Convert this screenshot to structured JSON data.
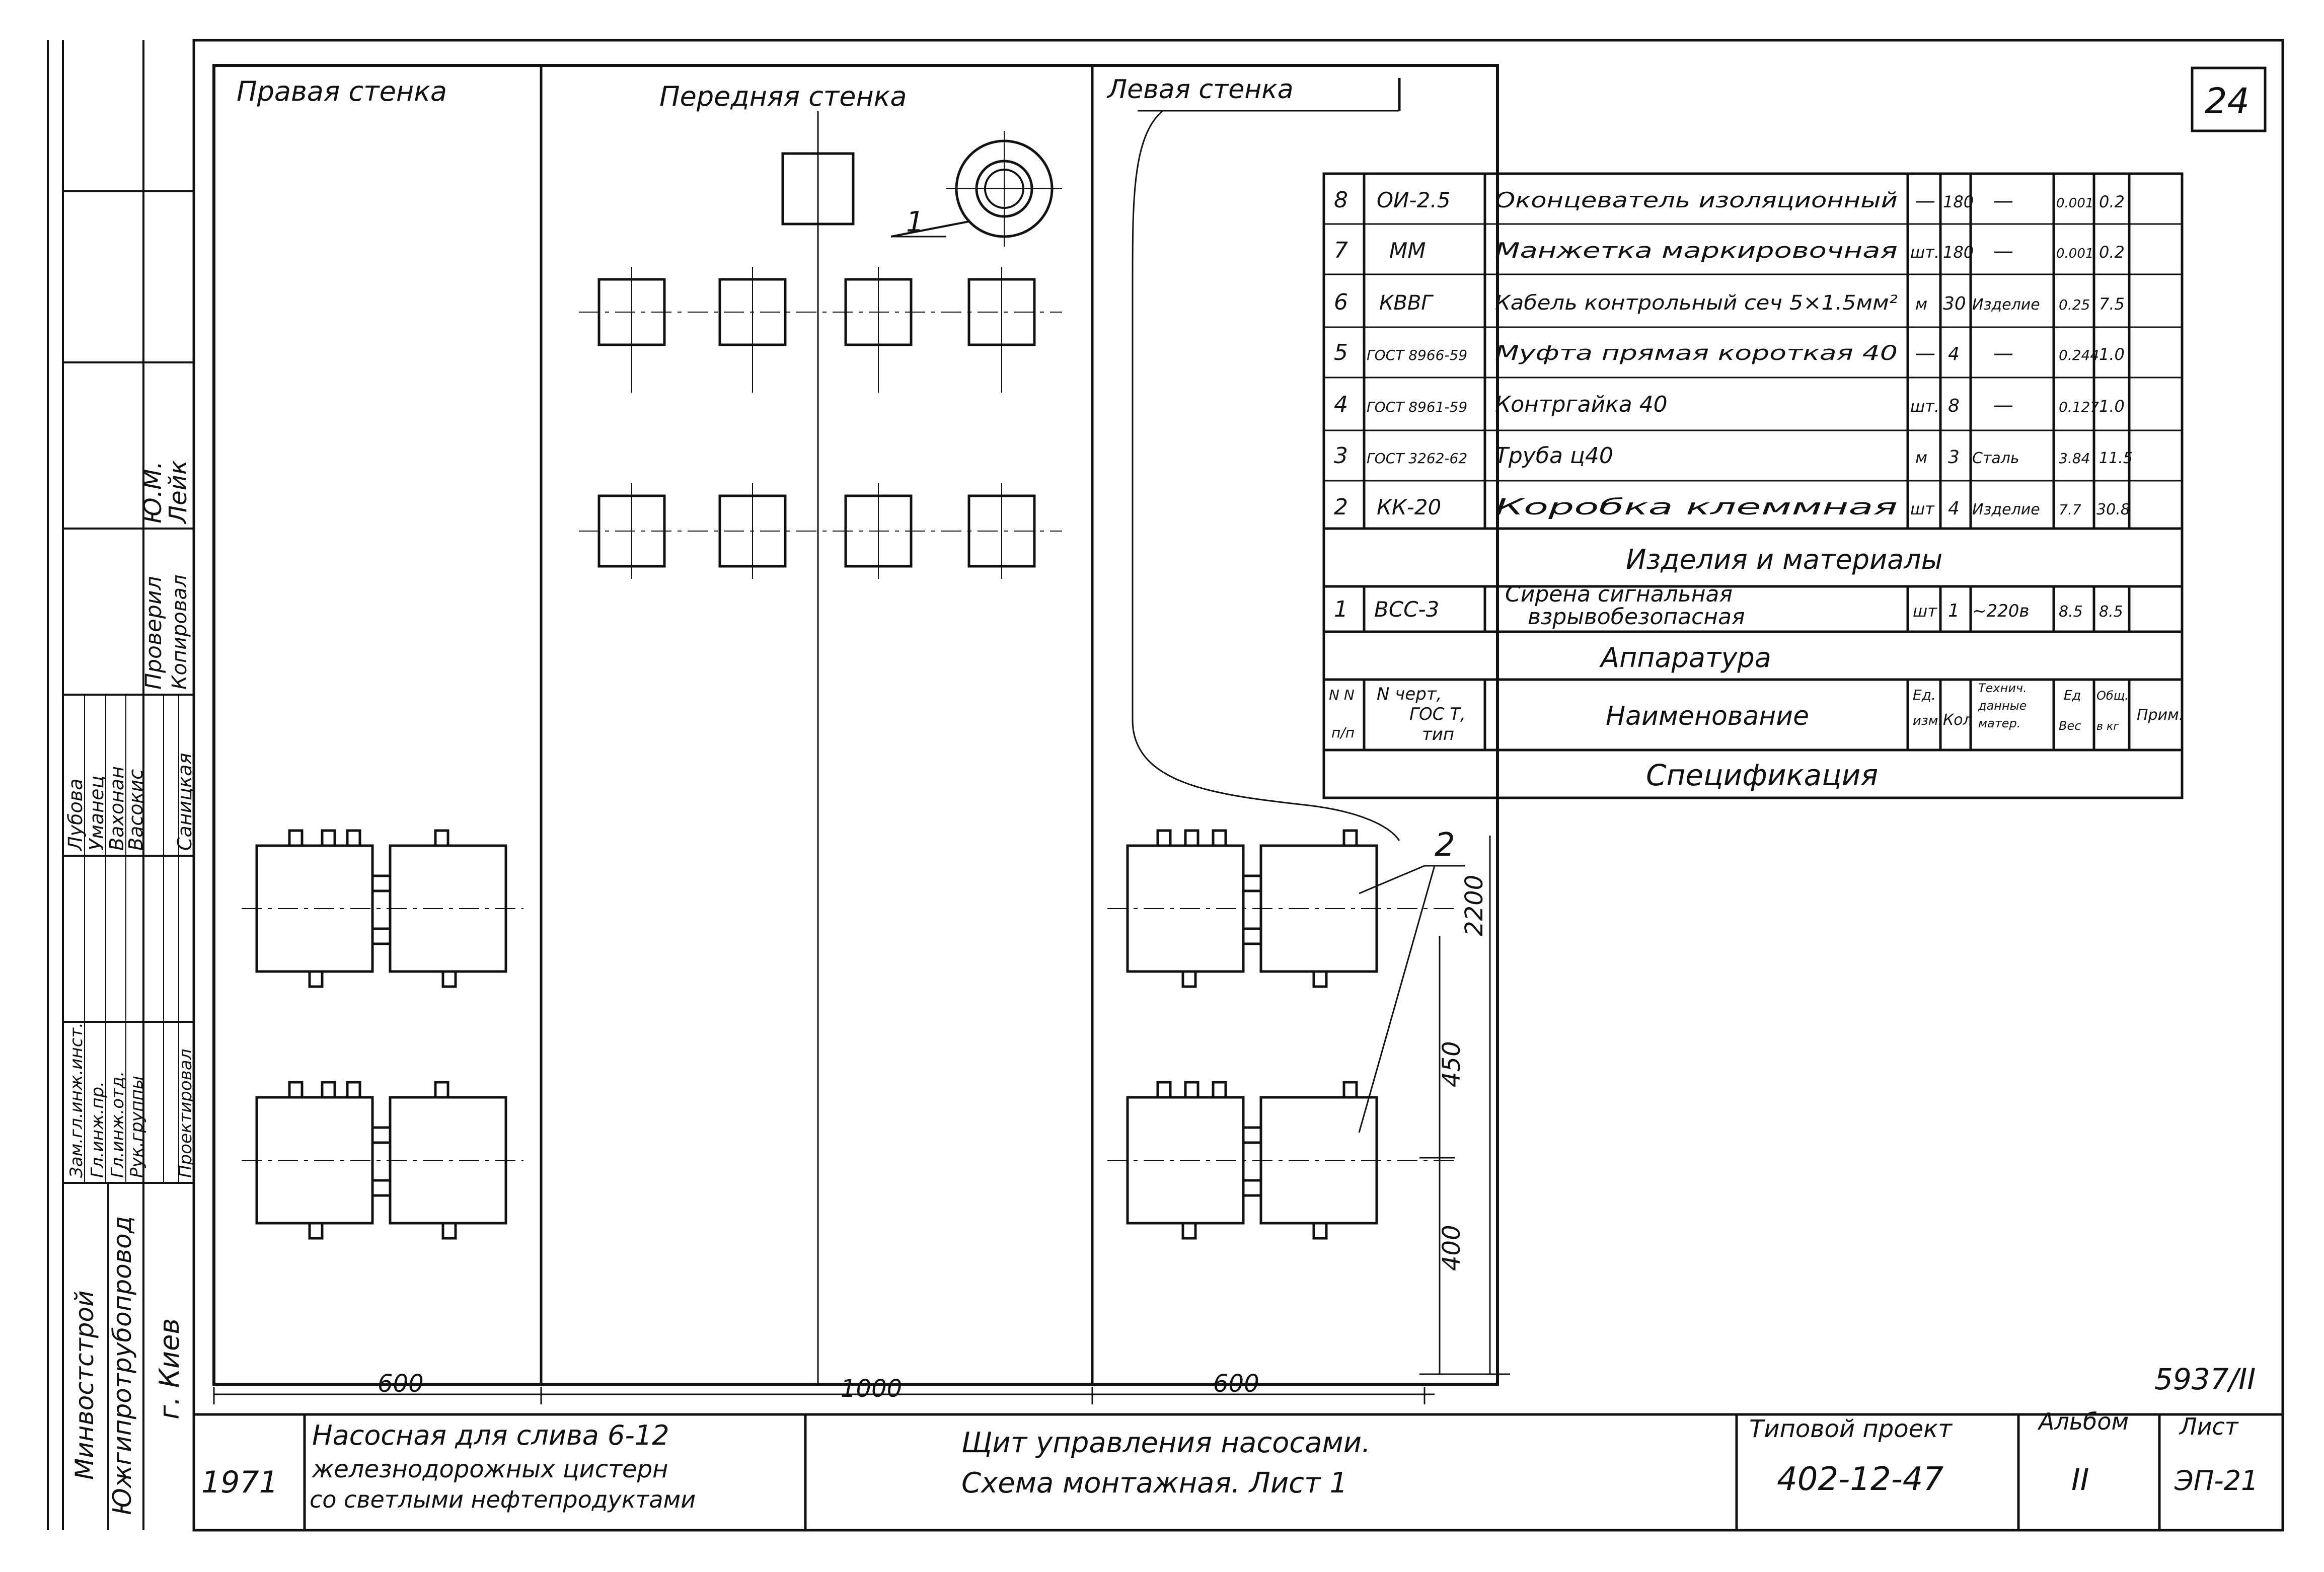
{
  "sheet_number": "24",
  "walls": {
    "right": "Правая стенка",
    "front": "Передняя стенка",
    "left": "Левая стенка"
  },
  "callouts": {
    "siren": "1",
    "boxes": "2"
  },
  "dimensions": {
    "right": "600",
    "front": "1000",
    "left": "600",
    "height": "2200",
    "mid": "450",
    "low": "400"
  },
  "specification": {
    "title": "Спецификация",
    "section_materials": "Изделия и материалы",
    "section_apparatus": "Аппаратура",
    "header": {
      "num": [
        "N N",
        "п/п"
      ],
      "drawing": [
        "N черт,",
        "ГОС Т,",
        "тип"
      ],
      "name": "Наименование",
      "unit": [
        "Ед.",
        "изм."
      ],
      "qty": "Кол",
      "tech": [
        "Технич.",
        "данные",
        "матер."
      ],
      "weight_unit": [
        "Ед",
        "Вес"
      ],
      "weight_total": [
        "Общ.",
        "в кг"
      ],
      "note": "Прим."
    },
    "rows": [
      {
        "n": "8",
        "code": "ОИ-2.5",
        "name": "Оконцеватель изоляционный",
        "unit": "—",
        "qty": "180",
        "tech": "—",
        "w1": "0.001",
        "w2": "0.2"
      },
      {
        "n": "7",
        "code": "ММ",
        "name": "Манжетка маркировочная",
        "unit": "шт.",
        "qty": "180",
        "tech": "—",
        "w1": "0.001",
        "w2": "0.2"
      },
      {
        "n": "6",
        "code": "КВВГ",
        "name": "Кабель контрольный сеч 5×1.5мм²",
        "unit": "м",
        "qty": "30",
        "tech": "Изделие",
        "w1": "0.25",
        "w2": "7.5"
      },
      {
        "n": "5",
        "code": "ГОСТ 8966-59",
        "name": "Муфта прямая короткая 40",
        "unit": "—",
        "qty": "4",
        "tech": "—",
        "w1": "0.244",
        "w2": "1.0"
      },
      {
        "n": "4",
        "code": "ГОСТ 8961-59",
        "name": "Контргайка 40",
        "unit": "шт.",
        "qty": "8",
        "tech": "—",
        "w1": "0.127",
        "w2": "1.0"
      },
      {
        "n": "3",
        "code": "ГОСТ 3262-62",
        "name": "Труба ц40",
        "unit": "м",
        "qty": "3",
        "tech": "Сталь",
        "w1": "3.84",
        "w2": "11.5"
      },
      {
        "n": "2",
        "code": "КК-20",
        "name": "Коробка клеммная",
        "unit": "шт",
        "qty": "4",
        "tech": "Изделие",
        "w1": "7.7",
        "w2": "30.8"
      }
    ],
    "apparatus_rows": [
      {
        "n": "1",
        "code": "ВСС-3",
        "name": [
          "Сирена сигнальная",
          "взрывобезопасная"
        ],
        "unit": "шт",
        "qty": "1",
        "tech": "~220в",
        "w1": "8.5",
        "w2": "8.5"
      }
    ]
  },
  "stamp": {
    "org": [
      "Минвостстрой",
      "Южгипротрубопровод",
      "г. Киев"
    ],
    "roles": [
      "Зам.гл.инж.инст.",
      "Гл.инж.пр.",
      "Гл.инж.отд.",
      "Рук.группы",
      "Проектировал"
    ],
    "names": [
      "Лубова",
      "Уманец",
      "Вахонан",
      "Васокис",
      "Саницкая"
    ],
    "check": [
      "Проверил",
      "Копировал"
    ],
    "checker": [
      "Ю.М.",
      "Лейк"
    ],
    "year": "1971",
    "project_title": [
      "Насосная для слива 6-12",
      "железнодорожных цистерн",
      "со светлыми нефтепродуктами"
    ],
    "drawing_title": [
      "Щит управления насосами.",
      "Схема монтажная. Лист 1"
    ],
    "typical_project_label": "Типовой проект",
    "typical_project": "402-12-47",
    "album_label": "Альбом",
    "album": "II",
    "sheet_label": "Лист",
    "sheet": "ЭП-21",
    "archive": "5937/II"
  }
}
